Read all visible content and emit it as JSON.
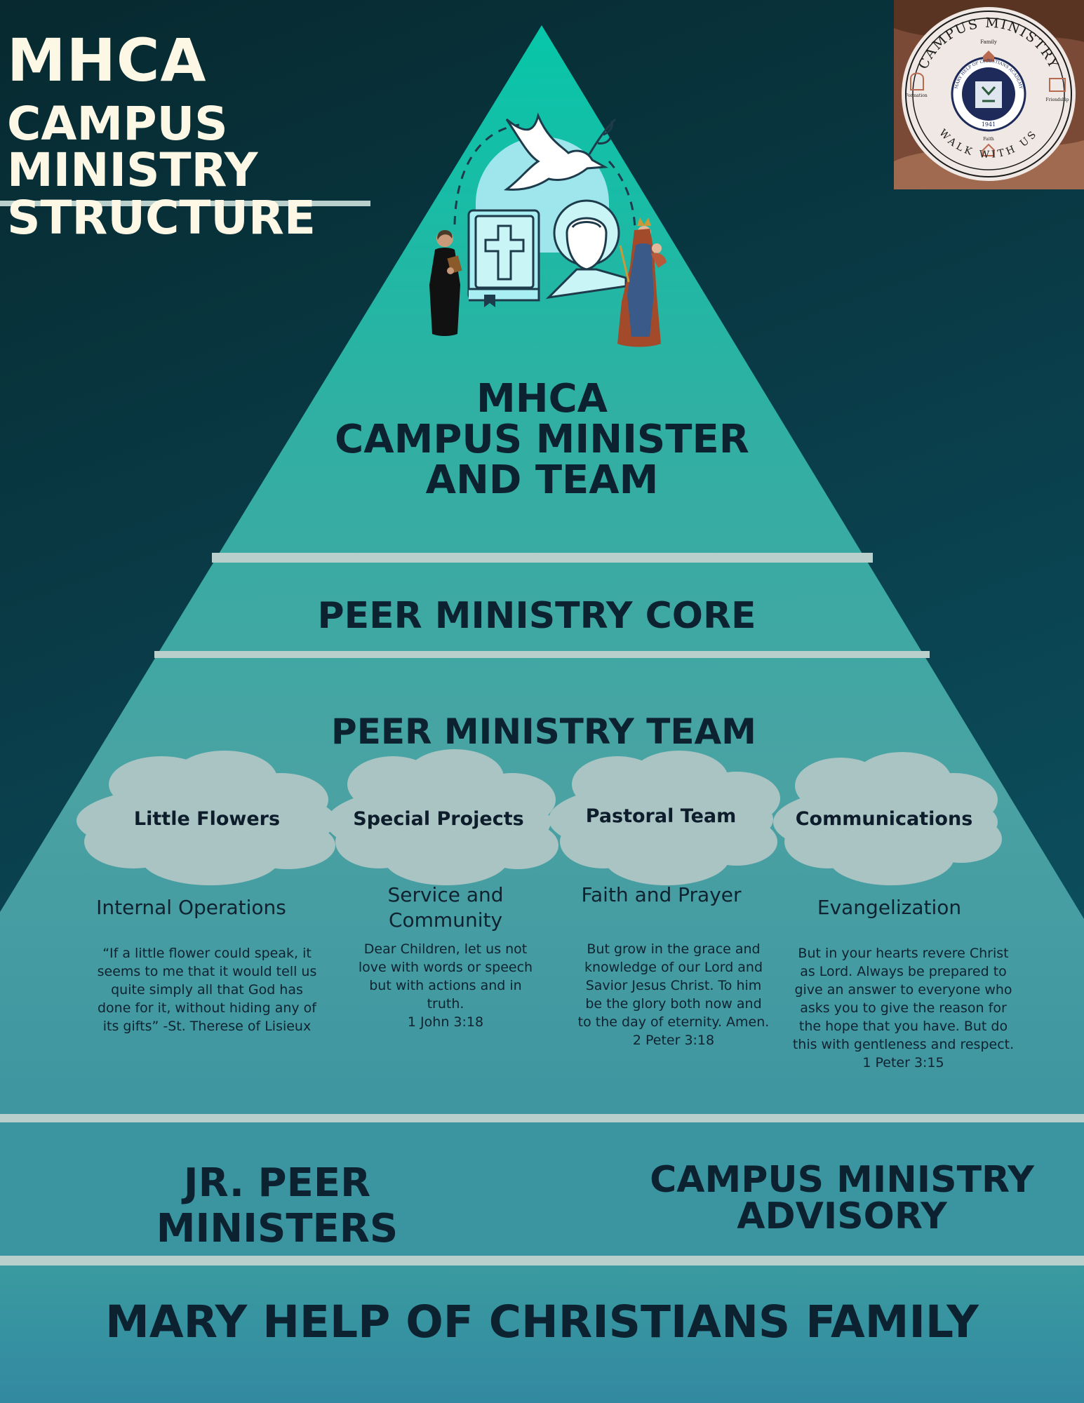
{
  "header": {
    "line1": "MHCA",
    "line2": "CAMPUS MINISTRY",
    "line3": "STRUCTURE"
  },
  "logo": {
    "ring_top": "CAMPUS MINISTRY",
    "ring_bottom": "WALK WITH US",
    "inner_ring": "MARY HELP OF CHRISTIANS ACADEMY",
    "year": "1941",
    "labels": {
      "top": "Family",
      "left": "Formation",
      "right": "Friendship",
      "bottom": "Faith"
    }
  },
  "tiers": {
    "top": {
      "line1": "MHCA",
      "line2": "CAMPUS MINISTER",
      "line3": "AND TEAM"
    },
    "core": {
      "title": "PEER MINISTRY CORE"
    },
    "team": {
      "title": "PEER MINISTRY TEAM"
    },
    "jr": {
      "title": "JR. PEER MINISTERS"
    },
    "advisory": {
      "line1": "CAMPUS MINISTRY",
      "line2": "ADVISORY"
    },
    "family": {
      "title": "MARY HELP OF CHRISTIANS FAMILY"
    }
  },
  "groups": [
    {
      "name": "Little Flowers",
      "focus": "Internal Operations",
      "quote": "“If a little flower could speak, it\nseems to me that it would tell us\nquite simply all that God has\ndone for it, without hiding any of\nits gifts” -St. Therese of Lisieux"
    },
    {
      "name": "Special Projects",
      "focus": "Service and\nCommunity",
      "quote": "Dear Children, let us not\nlove with words or speech\nbut with actions and in\ntruth.\n1 John 3:18"
    },
    {
      "name": "Pastoral Team",
      "focus": "Faith and Prayer",
      "quote": "But grow in the grace and\nknowledge of our Lord and\nSavior Jesus Christ. To him\nbe the glory both now and\nto the day of eternity. Amen.\n2 Peter 3:18"
    },
    {
      "name": "Communications",
      "focus": "Evangelization",
      "quote": "But in your hearts revere Christ\nas Lord. Always be prepared to\ngive an answer to everyone who\nasks you to give the reason for\nthe hope that you have. But do\nthis with gentleness and respect.\n1 Peter 3:15"
    }
  ],
  "icons": [
    "dove-icon",
    "bible-icon",
    "saint-icon",
    "priest-figure-icon",
    "mary-statue-icon"
  ],
  "colors": {
    "background_dark": "#07292f",
    "pyramid_top": "#0cc4a8",
    "pyramid_mid": "#3aa6a4",
    "band": "#2f8e9a",
    "bottom_band": "#3289a1",
    "divider": "#b8cfcc",
    "cloud": "#a9c4c3",
    "title_cream": "#fdf8e6",
    "text_dark": "#0c2230"
  }
}
